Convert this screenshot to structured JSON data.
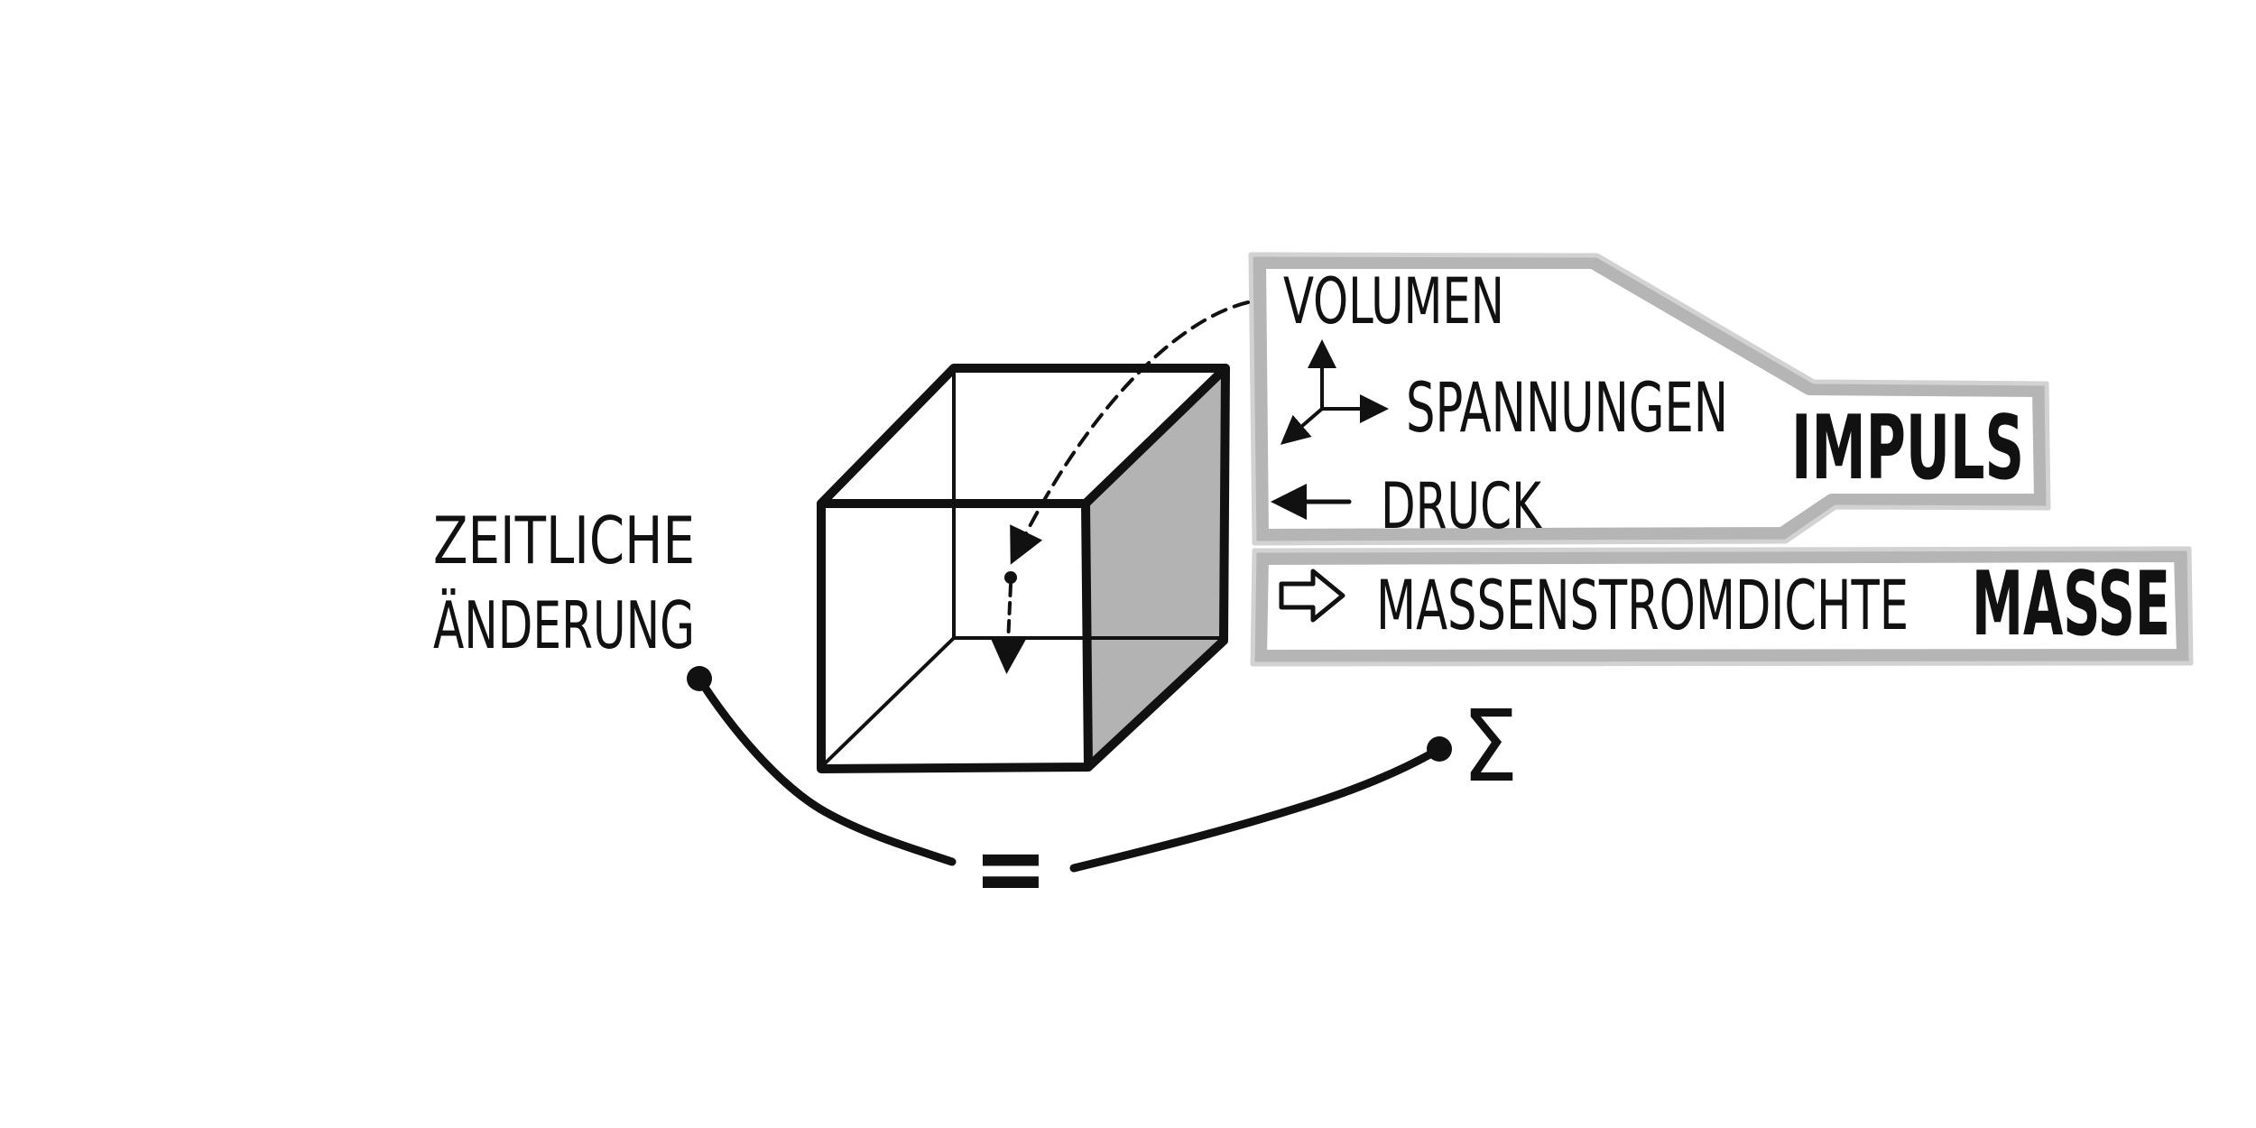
{
  "labels": {
    "time_change_line1": "ZEITLICHE",
    "time_change_line2": "ÄNDERUNG",
    "equals": "=",
    "sum": "Σ",
    "volume": "VOLUMEN",
    "stresses": "SPANNUNGEN",
    "pressure": "DRUCK",
    "momentum": "IMPULS",
    "mass_flux_density": "MASSENSTROMDICHTE",
    "mass": "MASSE"
  },
  "colors": {
    "ink": "#111111",
    "box_outline": "#b5b5b5",
    "cube_shaded_face": "#b3b3b3"
  }
}
